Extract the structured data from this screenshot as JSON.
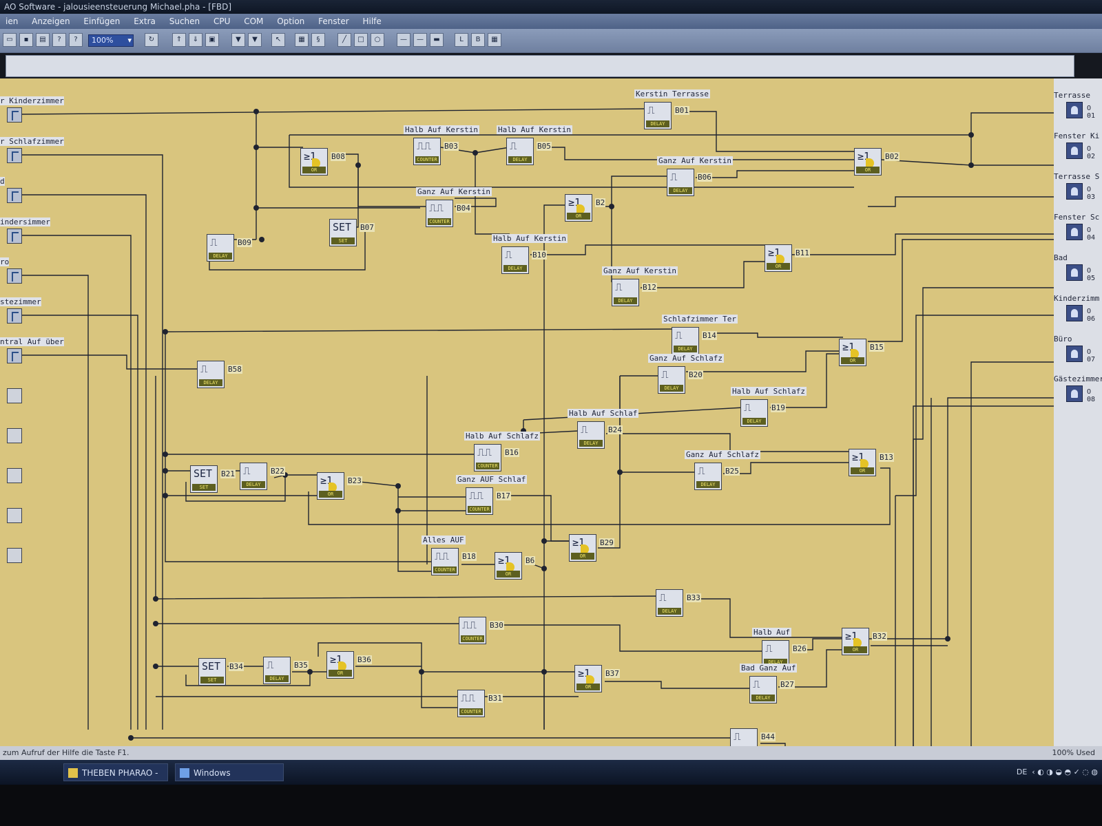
{
  "window": {
    "title": "AO Software - jalousieensteuerung Michael.pha - [FBD]"
  },
  "menu": [
    "ien",
    "Anzeigen",
    "Einfügen",
    "Extra",
    "Suchen",
    "CPU",
    "COM",
    "Option",
    "Fenster",
    "Hilfe"
  ],
  "toolbar": {
    "zoom": "100%"
  },
  "inputs": [
    {
      "label": "r Kinderzimmer"
    },
    {
      "label": "r Schlafzimmer"
    },
    {
      "label": "d"
    },
    {
      "label": "indersimmer"
    },
    {
      "label": "ro"
    },
    {
      "label": "stezimmer"
    },
    {
      "label": "ntral Auf über"
    },
    {
      "label": ""
    },
    {
      "label": ""
    },
    {
      "label": ""
    },
    {
      "label": ""
    },
    {
      "label": ""
    }
  ],
  "outputs": [
    {
      "label": "Terrasse",
      "no": "O 01"
    },
    {
      "label": "Fenster Ki",
      "no": "O 02"
    },
    {
      "label": "Terrasse S",
      "no": "O 03"
    },
    {
      "label": "Fenster Sc",
      "no": "O 04"
    },
    {
      "label": "Bad",
      "no": "O 05"
    },
    {
      "label": "Kinderzimm",
      "no": "O 06"
    },
    {
      "label": "Büro",
      "no": "O 07"
    },
    {
      "label": "Gästezimmer",
      "no": "O 08"
    }
  ],
  "blocks": [
    {
      "id": "B01",
      "type": "DELAY",
      "label": "Kerstin Terrasse"
    },
    {
      "id": "B02",
      "type": "OR",
      "label": ""
    },
    {
      "id": "B03",
      "type": "COUNTER",
      "label": "Halb Auf Kerstin"
    },
    {
      "id": "B04",
      "type": "COUNTER",
      "label": "Ganz Auf Kerstin"
    },
    {
      "id": "B05",
      "type": "DELAY",
      "label": "Halb Auf Kerstin"
    },
    {
      "id": "B06",
      "type": "DELAY",
      "label": "Ganz Auf Kerstin"
    },
    {
      "id": "B07",
      "type": "SET RESET",
      "label": ""
    },
    {
      "id": "B08",
      "type": "OR",
      "label": ""
    },
    {
      "id": "B09",
      "type": "DELAY",
      "label": ""
    },
    {
      "id": "B10",
      "type": "DELAY",
      "label": "Halb Auf Kerstin"
    },
    {
      "id": "B11",
      "type": "OR",
      "label": ""
    },
    {
      "id": "B12",
      "type": "DELAY",
      "label": "Ganz Auf Kerstin"
    },
    {
      "id": "B2",
      "type": "OR",
      "label": ""
    },
    {
      "id": "B14",
      "type": "DELAY",
      "label": "Schlafzimmer Ter"
    },
    {
      "id": "B15",
      "type": "OR",
      "label": ""
    },
    {
      "id": "B20",
      "type": "DELAY",
      "label": "Ganz Auf Schlafz"
    },
    {
      "id": "B19",
      "type": "DELAY",
      "label": "Halb Auf Schlafz"
    },
    {
      "id": "B24",
      "type": "DELAY",
      "label": "Halb Auf Schlaf"
    },
    {
      "id": "B16",
      "type": "COUNTER",
      "label": "Halb Auf Schlafz"
    },
    {
      "id": "B25",
      "type": "DELAY",
      "label": "Ganz Auf Schlafz"
    },
    {
      "id": "B13",
      "type": "OR",
      "label": ""
    },
    {
      "id": "B58",
      "type": "DELAY",
      "label": ""
    },
    {
      "id": "B21",
      "type": "SET RESET",
      "label": ""
    },
    {
      "id": "B22",
      "type": "DELAY",
      "label": ""
    },
    {
      "id": "B23",
      "type": "OR",
      "label": ""
    },
    {
      "id": "B17",
      "type": "COUNTER",
      "label": "Ganz AUF Schlaf"
    },
    {
      "id": "B18",
      "type": "COUNTER",
      "label": "Alles AUF"
    },
    {
      "id": "B6",
      "type": "OR",
      "label": ""
    },
    {
      "id": "B29",
      "type": "OR",
      "label": ""
    },
    {
      "id": "B33",
      "type": "DELAY",
      "label": ""
    },
    {
      "id": "B30",
      "type": "COUNTER",
      "label": ""
    },
    {
      "id": "B26",
      "type": "DELAY",
      "label": "Halb Auf"
    },
    {
      "id": "B32",
      "type": "OR",
      "label": ""
    },
    {
      "id": "B34",
      "type": "SET RESET",
      "label": ""
    },
    {
      "id": "B35",
      "type": "DELAY",
      "label": ""
    },
    {
      "id": "B36",
      "type": "OR",
      "label": ""
    },
    {
      "id": "B37",
      "type": "OR",
      "label": ""
    },
    {
      "id": "B27",
      "type": "DELAY",
      "label": "Bad Ganz Auf"
    },
    {
      "id": "B31",
      "type": "COUNTER",
      "label": ""
    },
    {
      "id": "B44",
      "type": "DELAY",
      "label": ""
    }
  ],
  "status": {
    "help": "zum Aufruf der Hilfe die Taste F1.",
    "used": "100% Used"
  },
  "taskbar": {
    "items": [
      "THEBEN PHARAO - ...",
      "Windows"
    ],
    "lang": "DE"
  }
}
